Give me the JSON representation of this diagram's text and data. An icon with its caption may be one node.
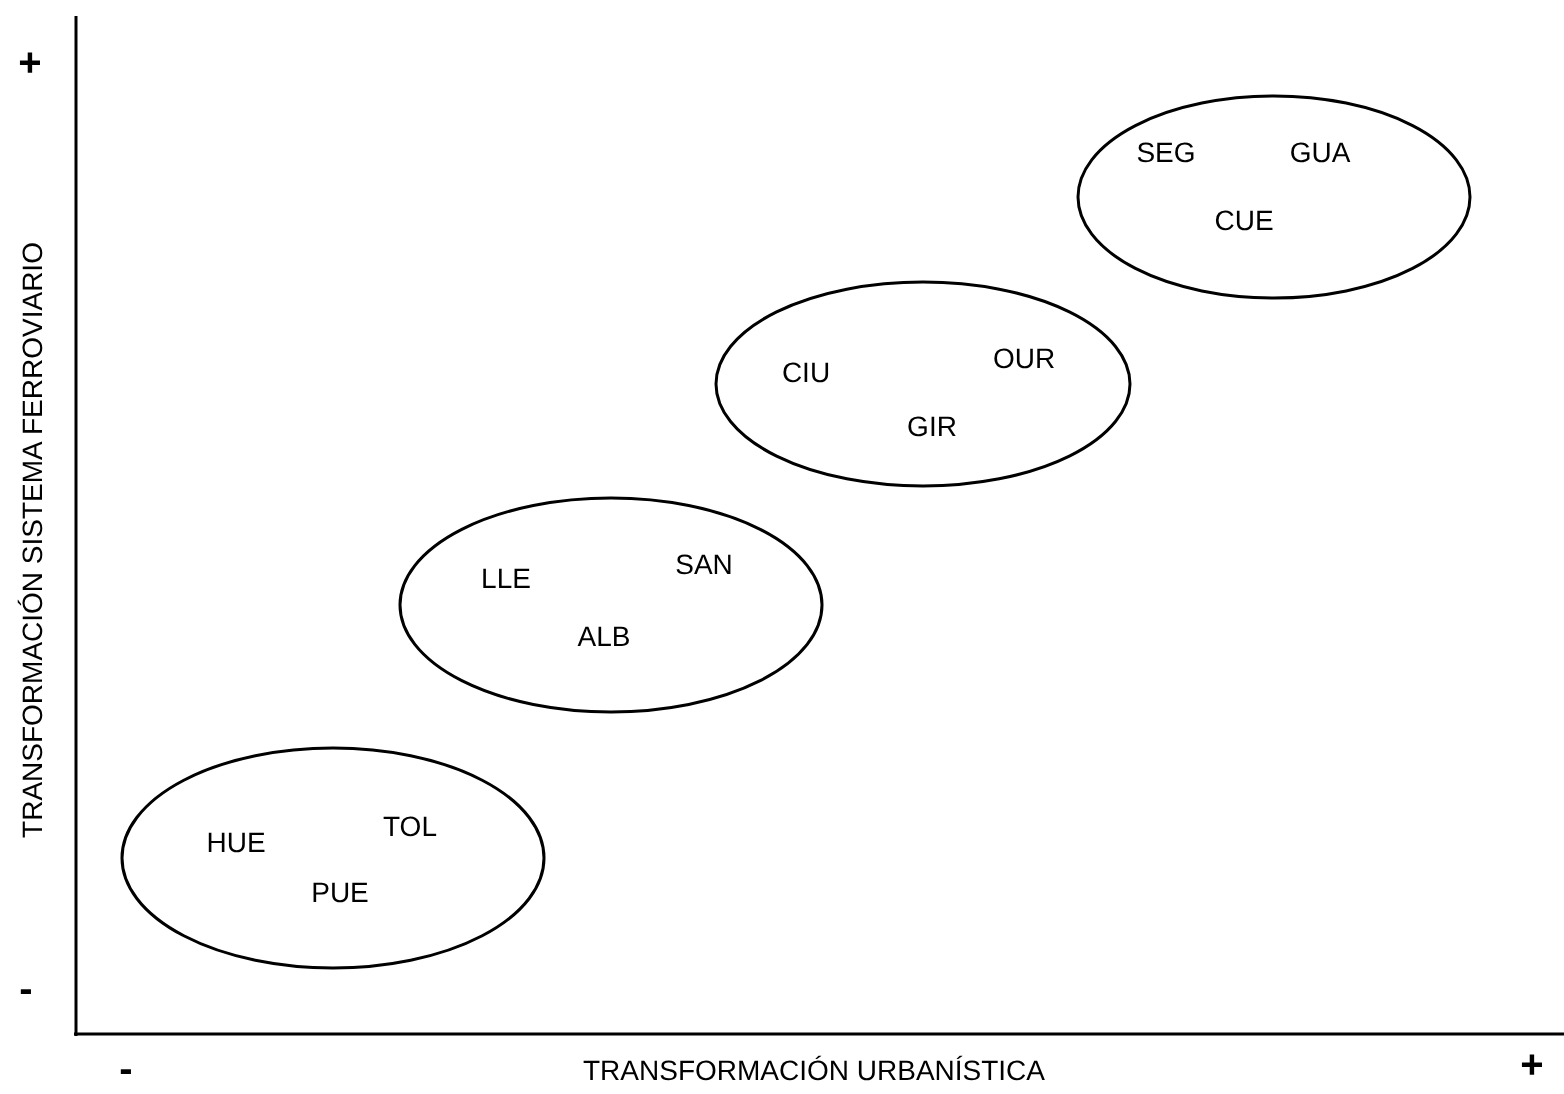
{
  "diagram": {
    "nodes": [
      {
        "text": [
          "SEG",
          "GUA",
          "CUE"
        ]
      },
      {
        "text": [
          "CIU",
          "OUR",
          "GIR"
        ]
      },
      {
        "text": [
          "LLE",
          "SAN",
          "ALB"
        ]
      },
      {
        "text": [
          "HUE",
          "TOL",
          "PUE"
        ]
      }
    ],
    "labels": [
      "+",
      "TRANSFORMACIÓN SISTEMA FERROVIARIO",
      "-",
      "-",
      "TRANSFORMACIÓN URBANÍSTICA",
      "+"
    ]
  }
}
